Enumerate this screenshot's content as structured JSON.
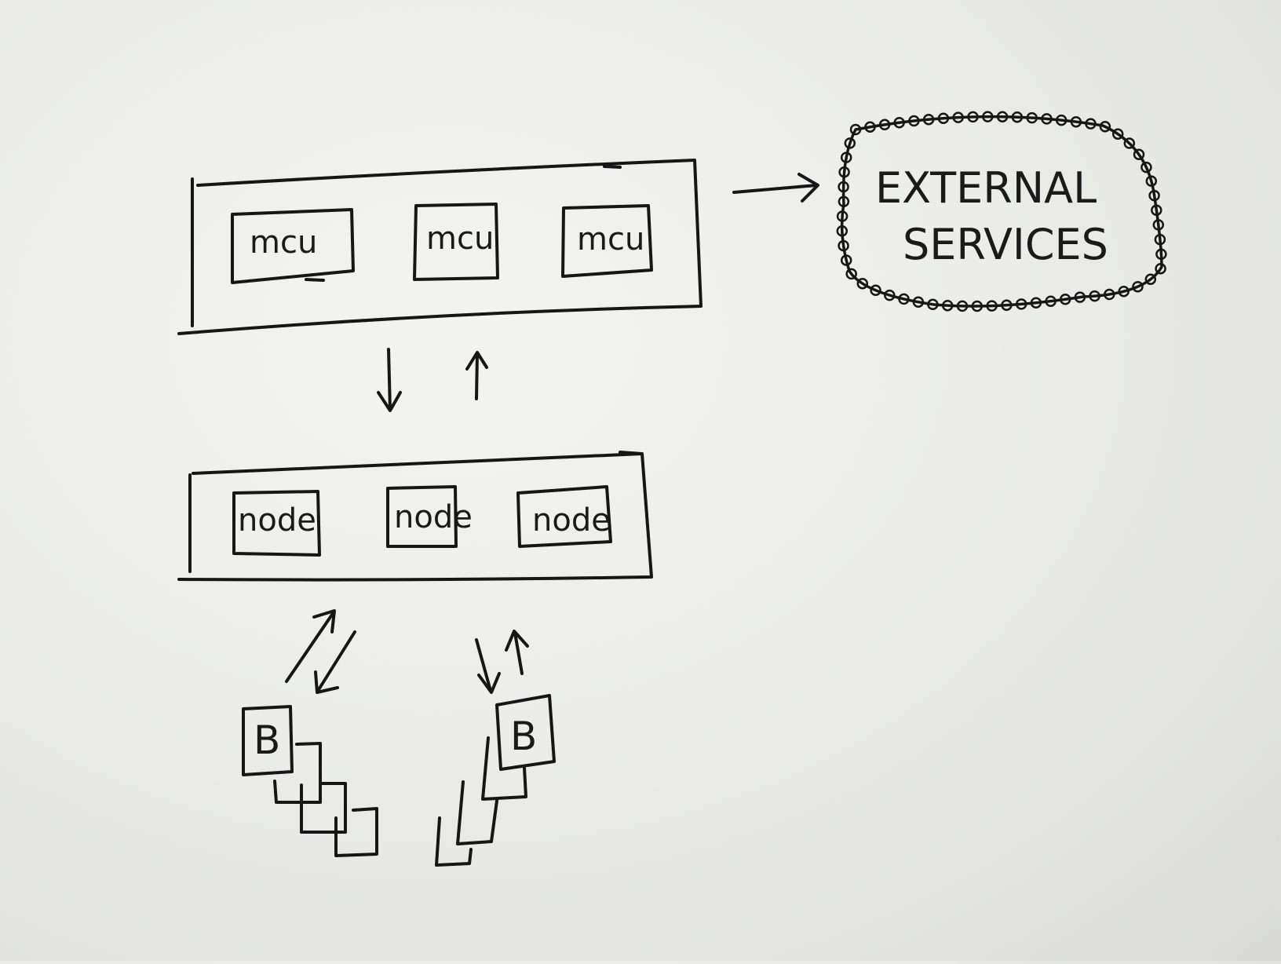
{
  "diagram": {
    "top_group": {
      "boxes": [
        "mcu",
        "mcu",
        "mcu"
      ]
    },
    "middle_group": {
      "boxes": [
        "node",
        "node",
        "node"
      ]
    },
    "external": {
      "line1": "EXTERNAL",
      "line2": "SERVICES"
    },
    "stacks": {
      "left_label": "B",
      "right_label": "B"
    }
  }
}
